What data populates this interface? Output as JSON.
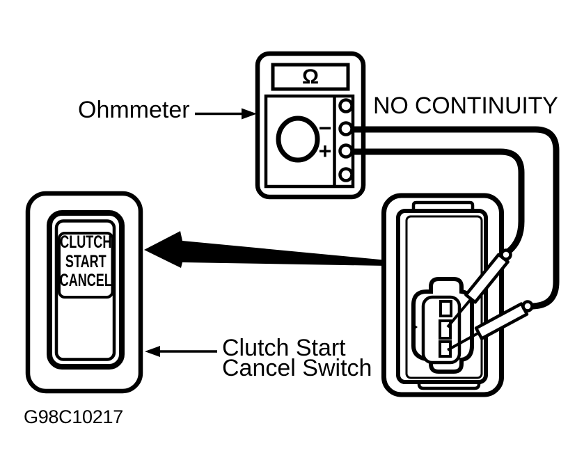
{
  "figure": {
    "background_color": "#ffffff",
    "ink_color": "#000000",
    "code": "G98C10217"
  },
  "callouts": {
    "ohmmeter_label": "Ohmmeter",
    "no_continuity_label": "NO CONTINUITY",
    "switch_label_line1": "Clutch Start",
    "switch_label_line2": "Cancel Switch"
  },
  "ohmmeter": {
    "display_symbol": "Ω",
    "negative_terminal_label": "−",
    "positive_terminal_label": "+"
  },
  "switch_button": {
    "text_line1": "CLUTCH",
    "text_line2": "START",
    "text_line3": "CANCEL"
  }
}
